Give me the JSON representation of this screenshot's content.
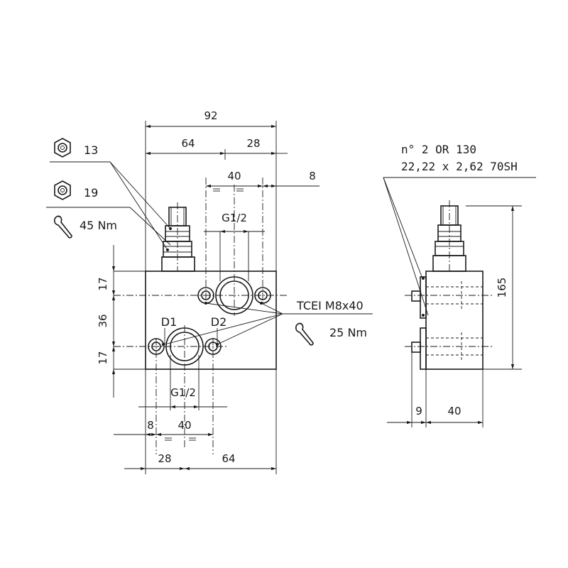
{
  "colors": {
    "line": "#1a1a1a",
    "background": "#ffffff"
  },
  "dimensions": {
    "overall_width": "92",
    "top_left": "64",
    "top_right": "28",
    "port_top_spacing": "40",
    "right_offset_top": "8",
    "port_top_thread": "G1/2",
    "left_upper": "17",
    "left_middle": "36",
    "left_lower": "17",
    "port_bottom_thread": "G1/2",
    "left_offset_bottom": "8",
    "port_bottom_spacing": "40",
    "bottom_left": "28",
    "bottom_right": "64",
    "side_height": "165",
    "side_depth_small": "9",
    "side_depth_main": "40"
  },
  "callouts": {
    "hex_small": "13",
    "hex_large": "19",
    "torque_top": "45 Nm",
    "port_d1": "D1",
    "port_d2": "D2",
    "screw_spec": "TCEI M8x40",
    "torque_screws": "25 Nm",
    "oring_line1": "n° 2 OR 130",
    "oring_line2": "22,22 x 2,62 70SH"
  },
  "icons": [
    "hex-nut-icon",
    "hex-nut-icon",
    "wrench-icon",
    "wrench-icon"
  ]
}
